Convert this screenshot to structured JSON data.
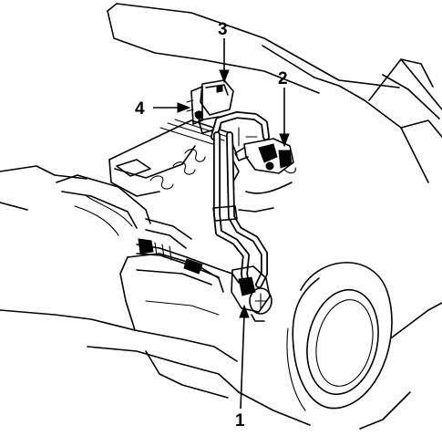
{
  "callouts": {
    "c1": "1",
    "c2": "2",
    "c3": "3",
    "c4": "4"
  },
  "icons": [
    "arrow-head-icon"
  ]
}
